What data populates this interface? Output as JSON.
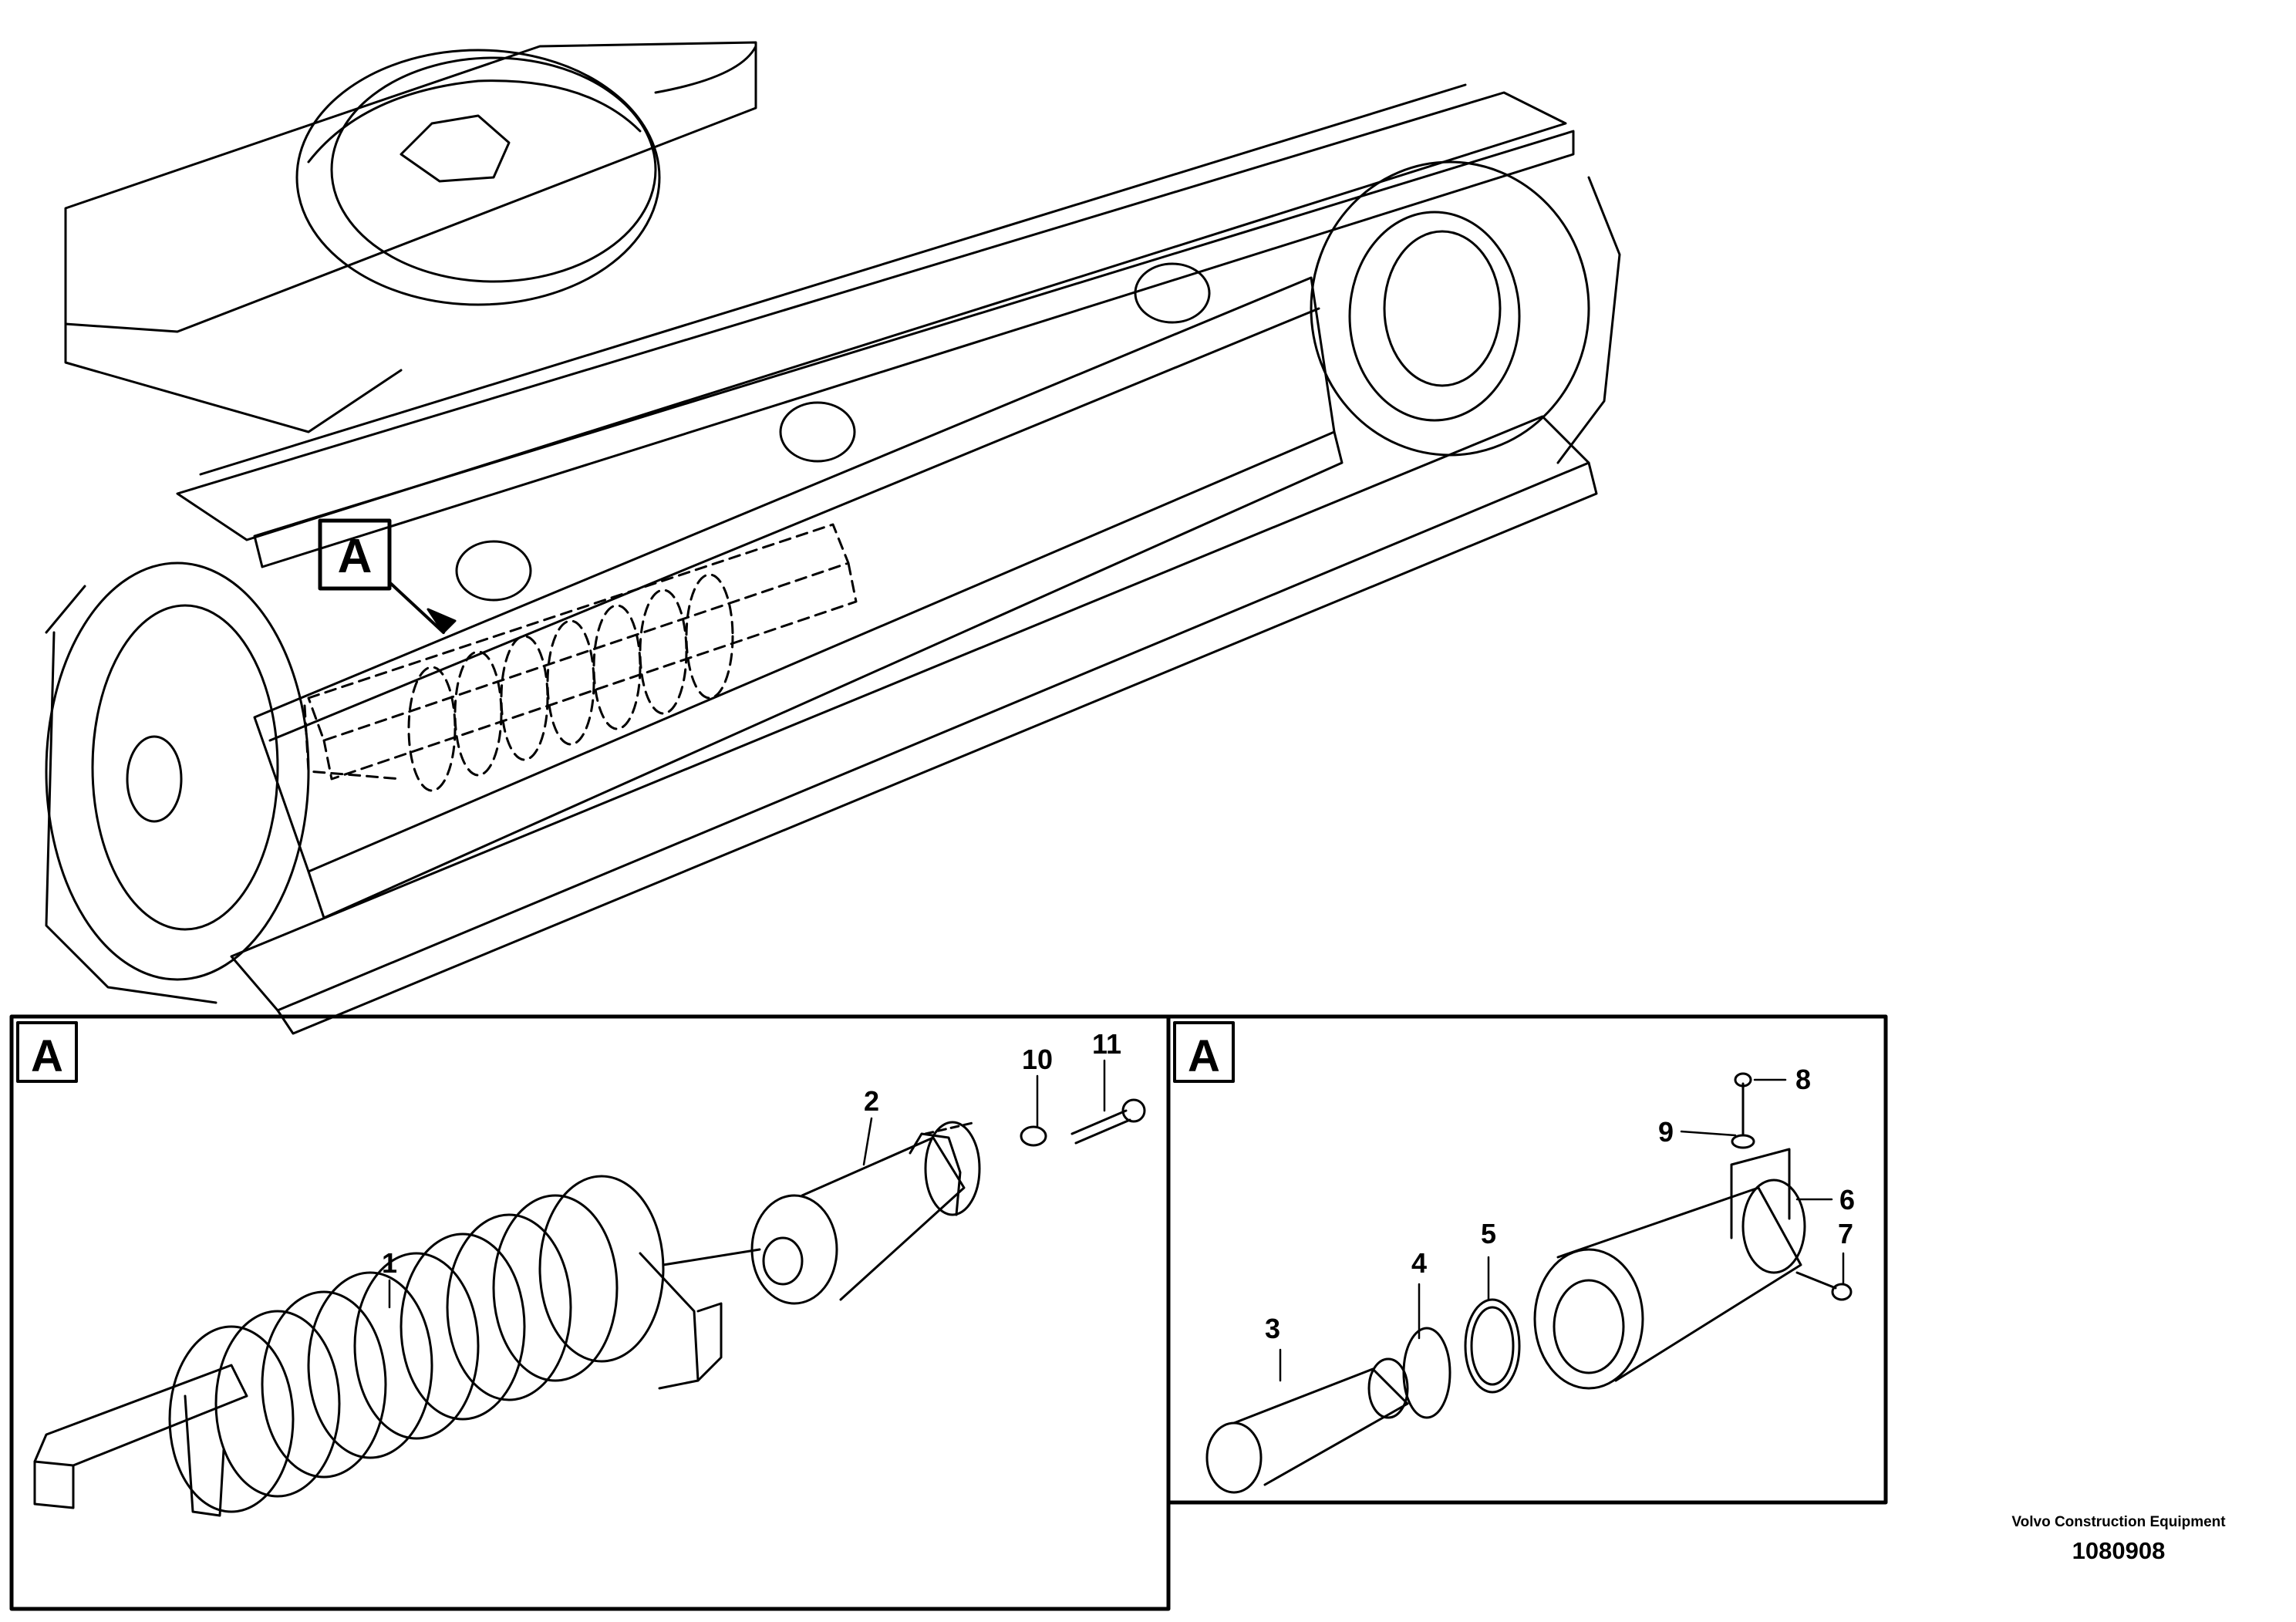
{
  "overview": {
    "detail_marker": "A"
  },
  "detail_left": {
    "marker": "A",
    "labels": [
      {
        "id": "callout-1",
        "text": "1"
      },
      {
        "id": "callout-2",
        "text": "2"
      },
      {
        "id": "callout-10",
        "text": "10"
      },
      {
        "id": "callout-11",
        "text": "11"
      }
    ]
  },
  "detail_right": {
    "marker": "A",
    "labels": [
      {
        "id": "callout-3",
        "text": "3"
      },
      {
        "id": "callout-4",
        "text": "4"
      },
      {
        "id": "callout-5",
        "text": "5"
      },
      {
        "id": "callout-6",
        "text": "6"
      },
      {
        "id": "callout-7",
        "text": "7"
      },
      {
        "id": "callout-8",
        "text": "8"
      },
      {
        "id": "callout-9",
        "text": "9"
      }
    ]
  },
  "footer": {
    "company": "Volvo Construction Equipment",
    "drawing_number": "1080908"
  }
}
